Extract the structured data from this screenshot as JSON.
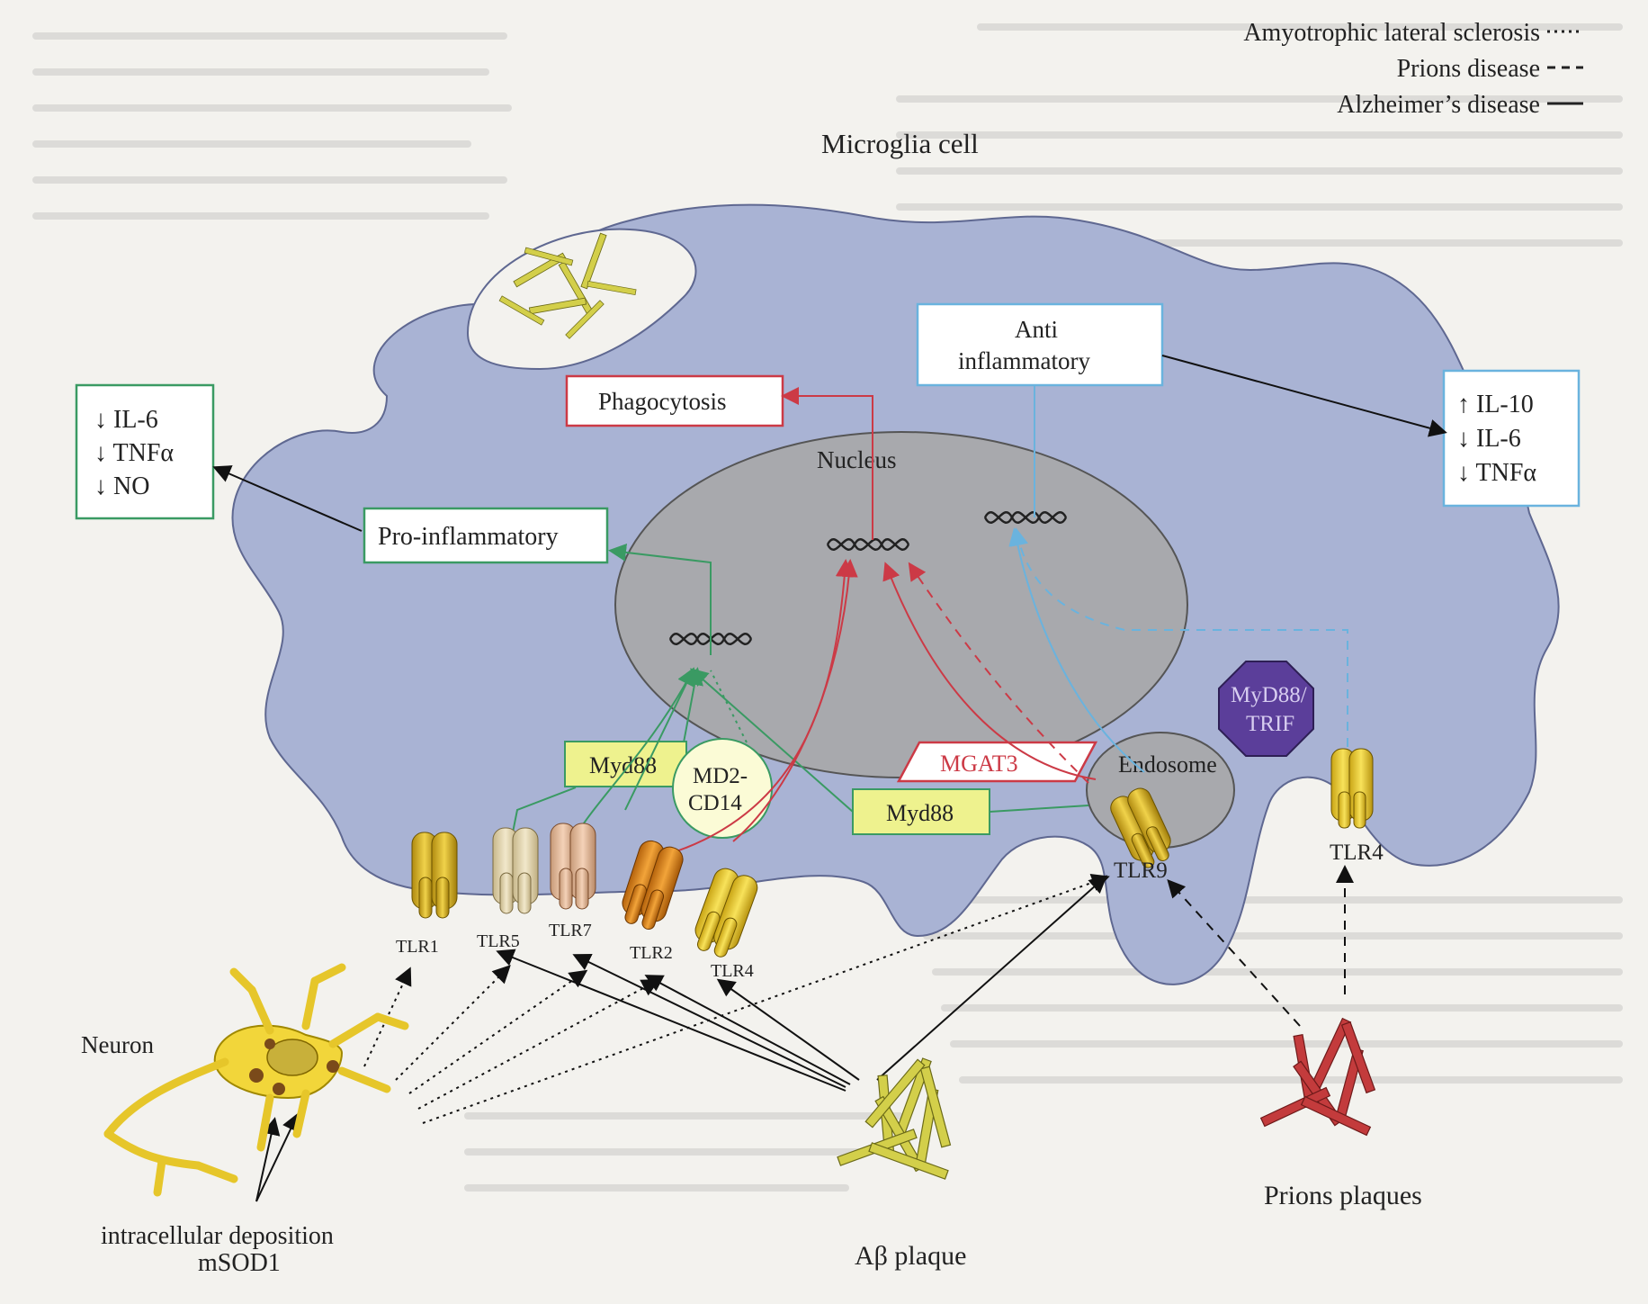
{
  "legend": {
    "als": "Amyotrophic lateral sclerosis",
    "prion": "Prions disease",
    "alz": "Alzheimer’s disease"
  },
  "cell": {
    "title": "Microglia cell",
    "nucleus": "Nucleus",
    "endosome": "Endosome"
  },
  "boxes": {
    "phagocytosis": "Phagocytosis",
    "pro_inflammatory": "Pro-inflammatory",
    "anti_inflammatory_line1": "Anti",
    "anti_inflammatory_line2": "inflammatory",
    "myd88_trif_line1": "MyD88/",
    "myd88_trif_line2": "TRIF",
    "mgat3": "MGAT3",
    "myd88_a": "Myd88",
    "myd88_b": "Myd88",
    "md2_line1": "MD2-",
    "md2_line2": "CD14"
  },
  "outputs_left": {
    "l1": "↓ IL-6",
    "l2": "↓ TNFα",
    "l3": "↓ NO"
  },
  "outputs_right": {
    "l1": "↑ IL-10",
    "l2": "↓ IL-6",
    "l3": "↓ TNFα"
  },
  "receptors": {
    "tlr1": "TLR1",
    "tlr5": "TLR5",
    "tlr7": "TLR7",
    "tlr2": "TLR2",
    "tlr4_left": "TLR4",
    "tlr9": "TLR9",
    "tlr4_right": "TLR4"
  },
  "stimuli": {
    "neuron": "Neuron",
    "msod1_line1": "mSOD1",
    "msod1_line2": "intracellular deposition",
    "abeta": "Aβ plaque",
    "prions": "Prions plaques"
  },
  "colors": {
    "cell": "#a9b3d4",
    "nucleus": "#a8a9ad",
    "endosome": "#a8a9ad",
    "green": "#3a9a63",
    "red": "#cc3a46",
    "blue": "#6ab3de",
    "purple": "#5b3e9a",
    "yellow_box": "#eef28e",
    "fibril": "#cfc94a",
    "prion": "#c0383c"
  }
}
